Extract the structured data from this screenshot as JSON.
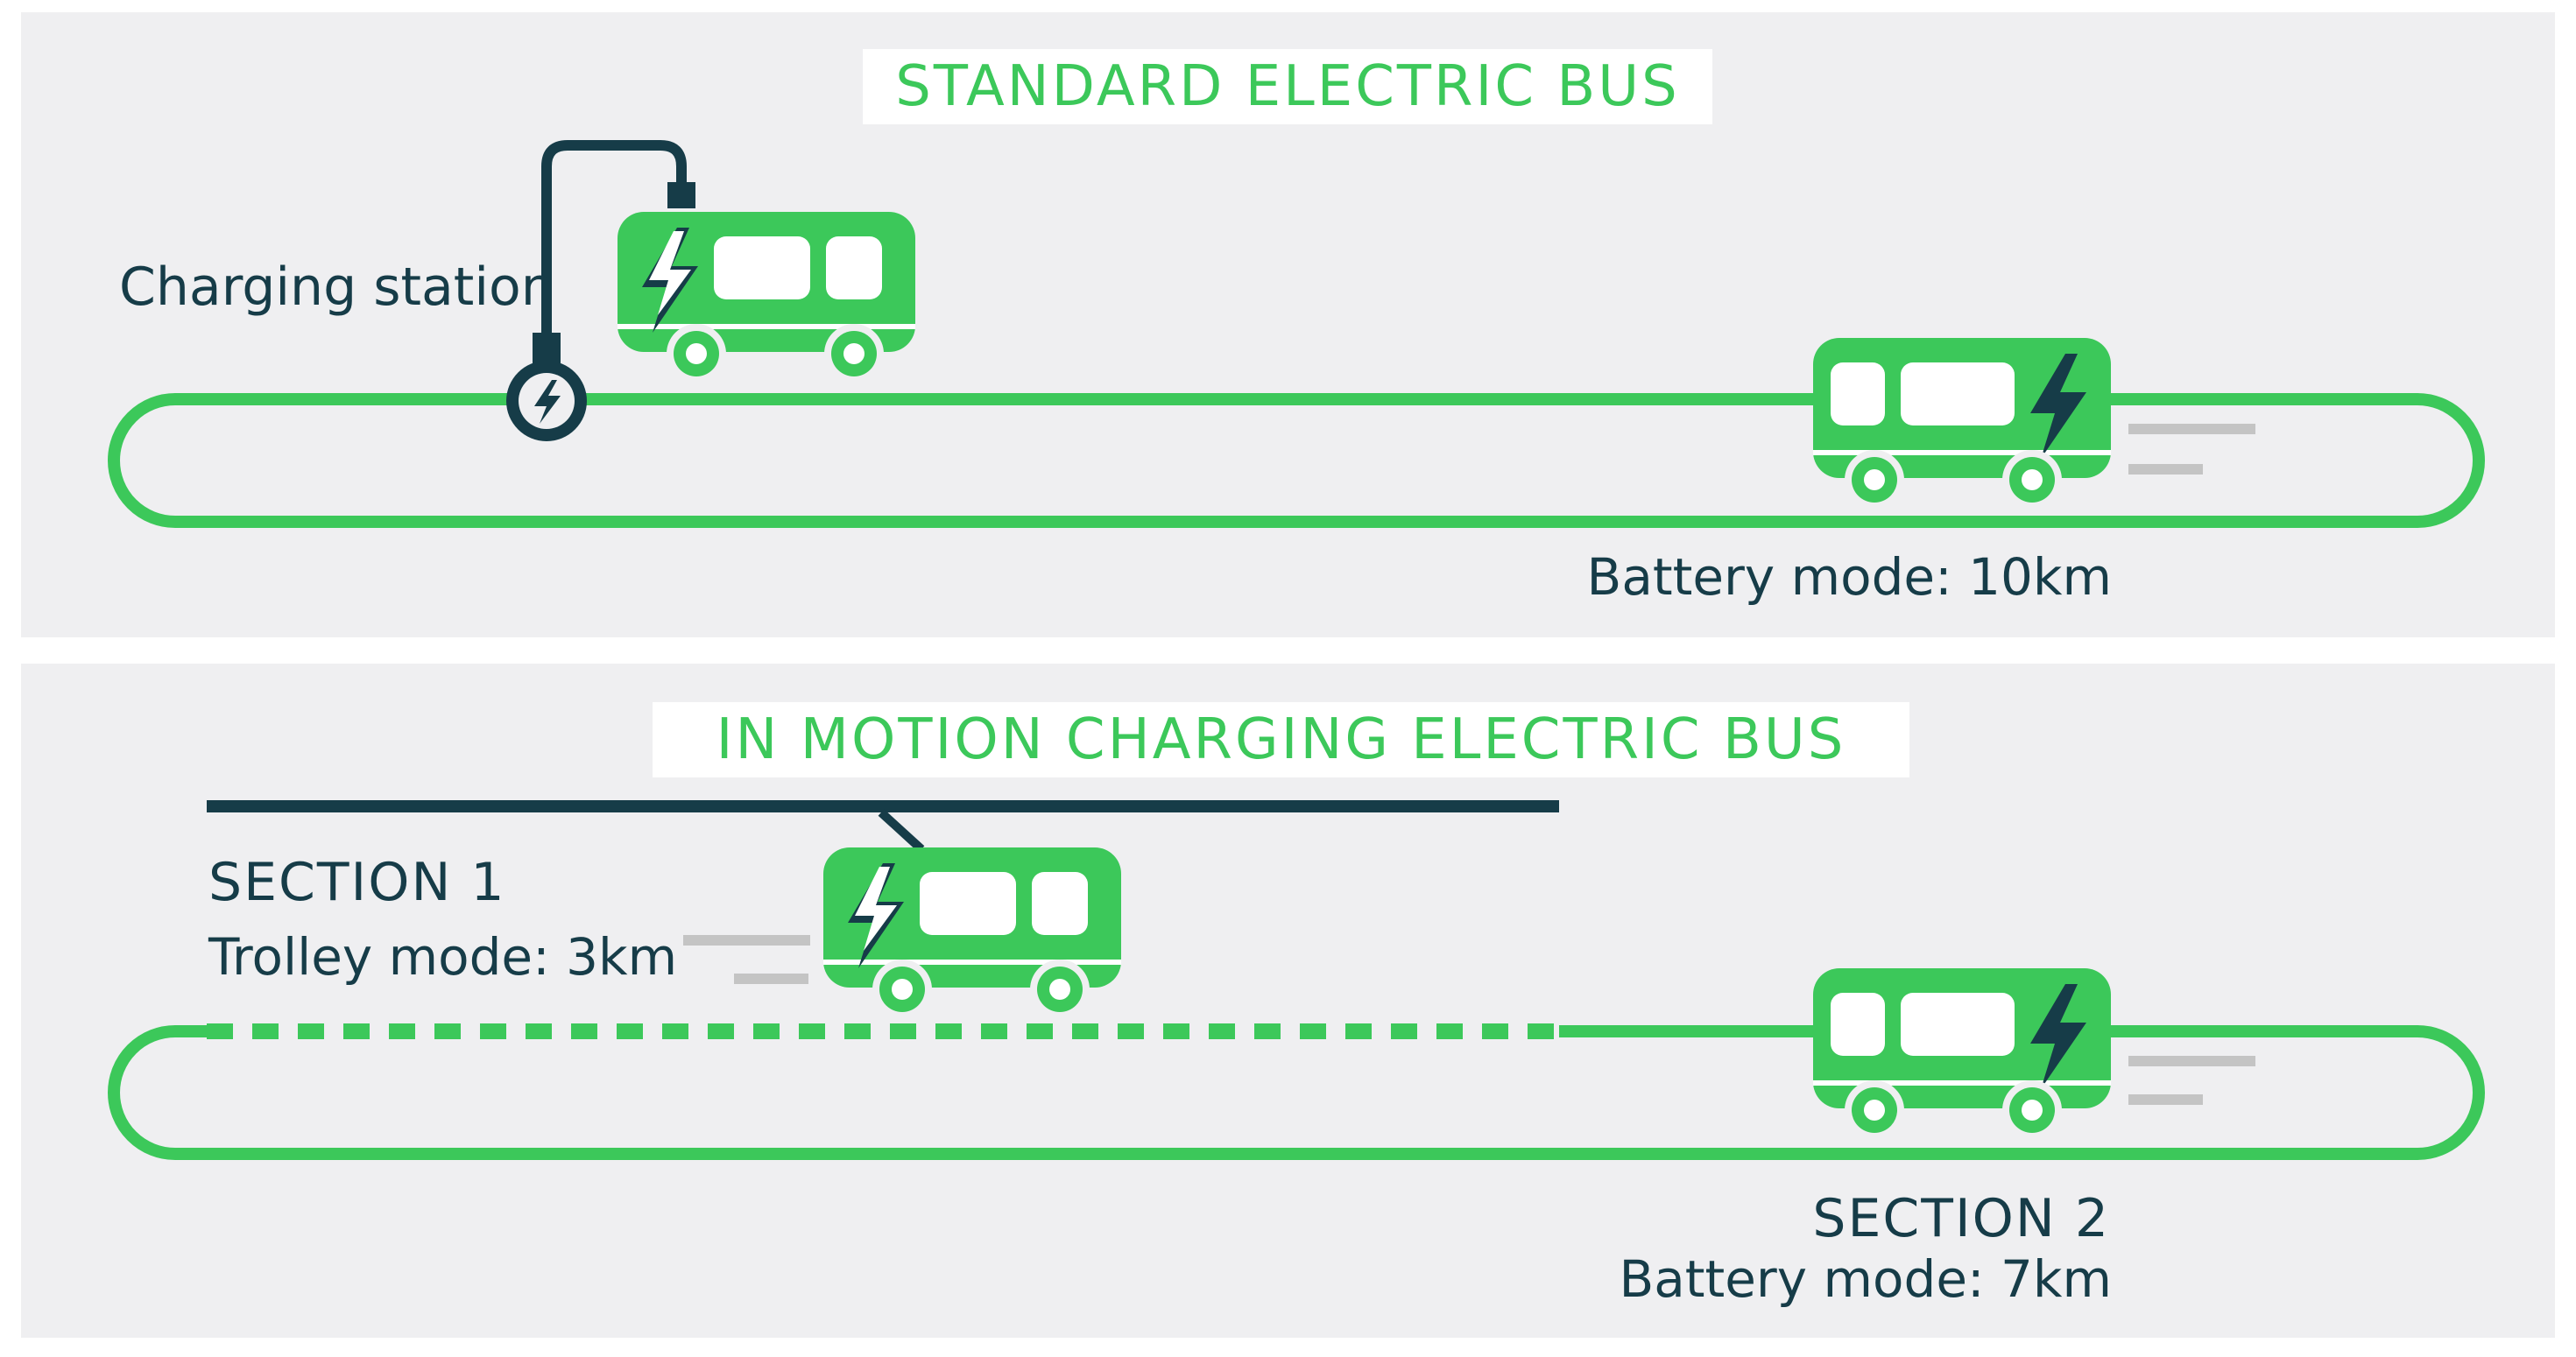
{
  "standard": {
    "title": "STANDARD ELECTRIC BUS",
    "charging_station_label": "Charging station",
    "battery_mode_label": "Battery mode: 10km"
  },
  "in_motion": {
    "title": "IN MOTION CHARGING ELECTRIC BUS",
    "section1_label": "SECTION 1",
    "trolley_mode_label": "Trolley mode: 3km",
    "section2_label": "SECTION 2",
    "battery_mode_label": "Battery mode: 7km"
  },
  "colors": {
    "route_green": "#3cc85a",
    "bus_green": "#3cc85a",
    "dark_teal": "#163c48",
    "panel_bg": "#efeff1",
    "speed_lines": "#c4c4c4"
  },
  "icons": [
    "lightning-bolt-icon",
    "charging-plug-icon",
    "bus-icon"
  ]
}
